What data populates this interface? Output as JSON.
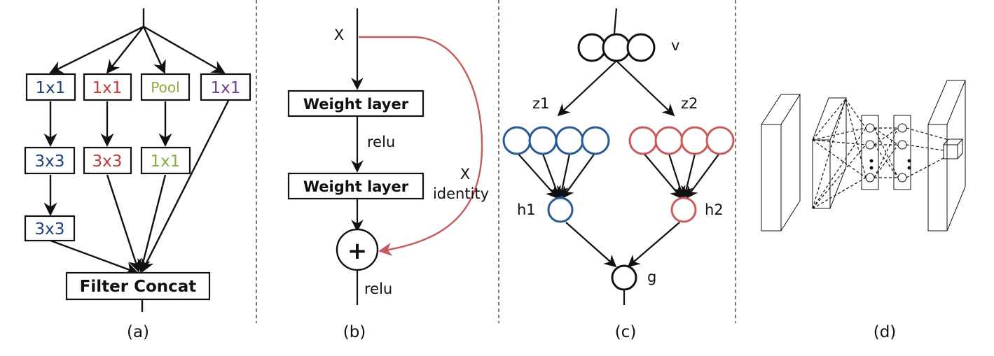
{
  "colors": {
    "blue": "#1f3f7a",
    "red": "#c0393b",
    "green": "#8aae3c",
    "purple": "#6d3f8c",
    "circle_blue": "#2a5a95",
    "circle_red": "#cd5a5a",
    "skip_red": "#c85a5a",
    "ink": "#111111"
  },
  "panel_a": {
    "caption": "(a)",
    "boxes": {
      "b1": "1x1",
      "r1": "1x1",
      "pool": "Pool",
      "p1": "1x1",
      "b3": "3x3",
      "r3": "3x3",
      "g1": "1x1",
      "b3b": "3x3"
    },
    "concat": "Filter Concat"
  },
  "panel_b": {
    "caption": "(b)",
    "x_top": "X",
    "weight1": "Weight layer",
    "relu_mid": "relu",
    "weight2": "Weight layer",
    "plus": "+",
    "relu_bottom": "relu",
    "x_identity": "X",
    "identity": "identity"
  },
  "panel_c": {
    "caption": "(c)",
    "v": "v",
    "z1": "z1",
    "z2": "z2",
    "h1": "h1",
    "h2": "h2",
    "g": "g"
  },
  "panel_d": {
    "caption": "(d)"
  }
}
